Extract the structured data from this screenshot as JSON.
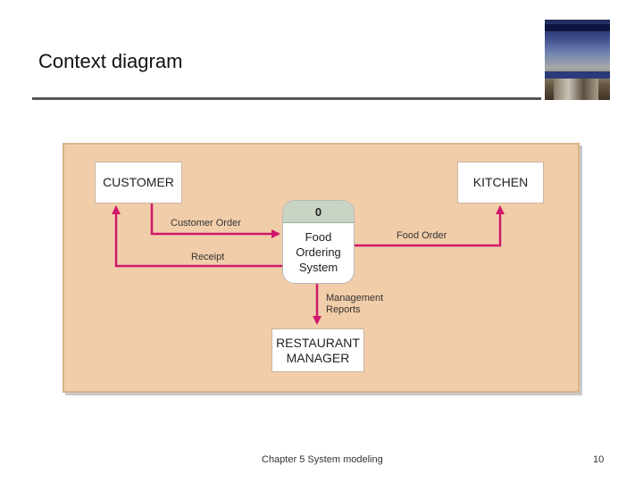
{
  "slide": {
    "title": "Context diagram",
    "footer_text": "Chapter 5 System modeling",
    "page_number": "10"
  },
  "diagram": {
    "entities": {
      "customer": "CUSTOMER",
      "kitchen": "KITCHEN",
      "manager_line1": "RESTAURANT",
      "manager_line2": "MANAGER"
    },
    "process": {
      "id": "0",
      "name_line1": "Food",
      "name_line2": "Ordering",
      "name_line3": "System"
    },
    "flows": {
      "customer_order": "Customer Order",
      "receipt": "Receipt",
      "food_order": "Food Order",
      "management_reports_line1": "Management",
      "management_reports_line2": "Reports"
    },
    "colors": {
      "panel_background": "#f1cda9",
      "arrow": "#d0186b",
      "process_header": "#c9d4c4"
    }
  },
  "book_cover": {
    "icon": "book-cover-image"
  }
}
